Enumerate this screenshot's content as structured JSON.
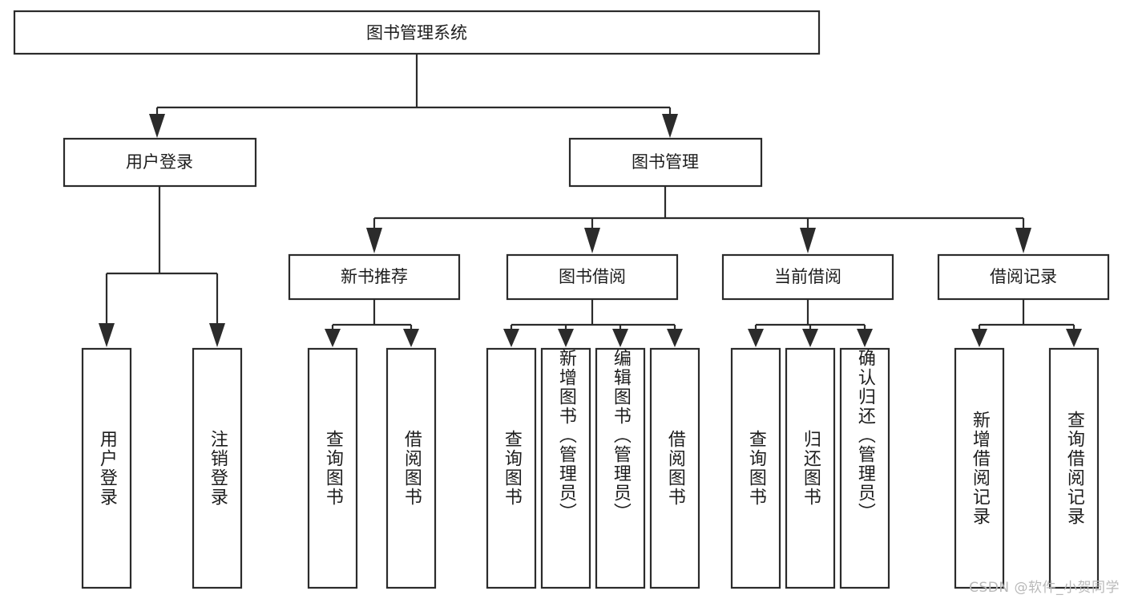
{
  "diagram": {
    "type": "tree",
    "title": "图书管理系统",
    "orientation": "top-down",
    "colors": {
      "box_fill": "#ffffff",
      "box_stroke": "#2b2b2b",
      "text": "#1d1d1d",
      "watermark": "#b9b9b9",
      "background": "#ffffff"
    },
    "root": {
      "label": "图书管理系统"
    },
    "level2": [
      {
        "id": "user-login",
        "label": "用户登录"
      },
      {
        "id": "book-manage",
        "label": "图书管理"
      }
    ],
    "level3": [
      {
        "id": "new-book-recommend",
        "label": "新书推荐",
        "parent": "book-manage"
      },
      {
        "id": "book-borrow",
        "label": "图书借阅",
        "parent": "book-manage"
      },
      {
        "id": "current-borrow",
        "label": "当前借阅",
        "parent": "book-manage"
      },
      {
        "id": "borrow-record",
        "label": "借阅记录",
        "parent": "book-manage"
      }
    ],
    "leaves": [
      {
        "id": "leaf-user-login",
        "label": "用户登录",
        "parent": "user-login"
      },
      {
        "id": "leaf-user-logout",
        "label": "注销登录",
        "parent": "user-login"
      },
      {
        "id": "leaf-query-book-1",
        "label": "查询图书",
        "parent": "new-book-recommend"
      },
      {
        "id": "leaf-borrow-book-1",
        "label": "借阅图书",
        "parent": "new-book-recommend"
      },
      {
        "id": "leaf-query-book-2",
        "label": "查询图书",
        "parent": "book-borrow"
      },
      {
        "id": "leaf-add-book",
        "label": "新增图书（管理员）",
        "parent": "book-borrow"
      },
      {
        "id": "leaf-edit-book",
        "label": "编辑图书（管理员）",
        "parent": "book-borrow"
      },
      {
        "id": "leaf-borrow-book-2",
        "label": "借阅图书",
        "parent": "book-borrow"
      },
      {
        "id": "leaf-query-book-3",
        "label": "查询图书",
        "parent": "current-borrow"
      },
      {
        "id": "leaf-return-book",
        "label": "归还图书",
        "parent": "current-borrow"
      },
      {
        "id": "leaf-confirm-return",
        "label": "确认归还（管理员）",
        "parent": "current-borrow"
      },
      {
        "id": "leaf-add-record",
        "label": "新增借阅记录",
        "parent": "borrow-record"
      },
      {
        "id": "leaf-query-record",
        "label": "查询借阅记录",
        "parent": "borrow-record"
      }
    ]
  },
  "watermark": {
    "text": "CSDN @软件_小贺同学"
  }
}
